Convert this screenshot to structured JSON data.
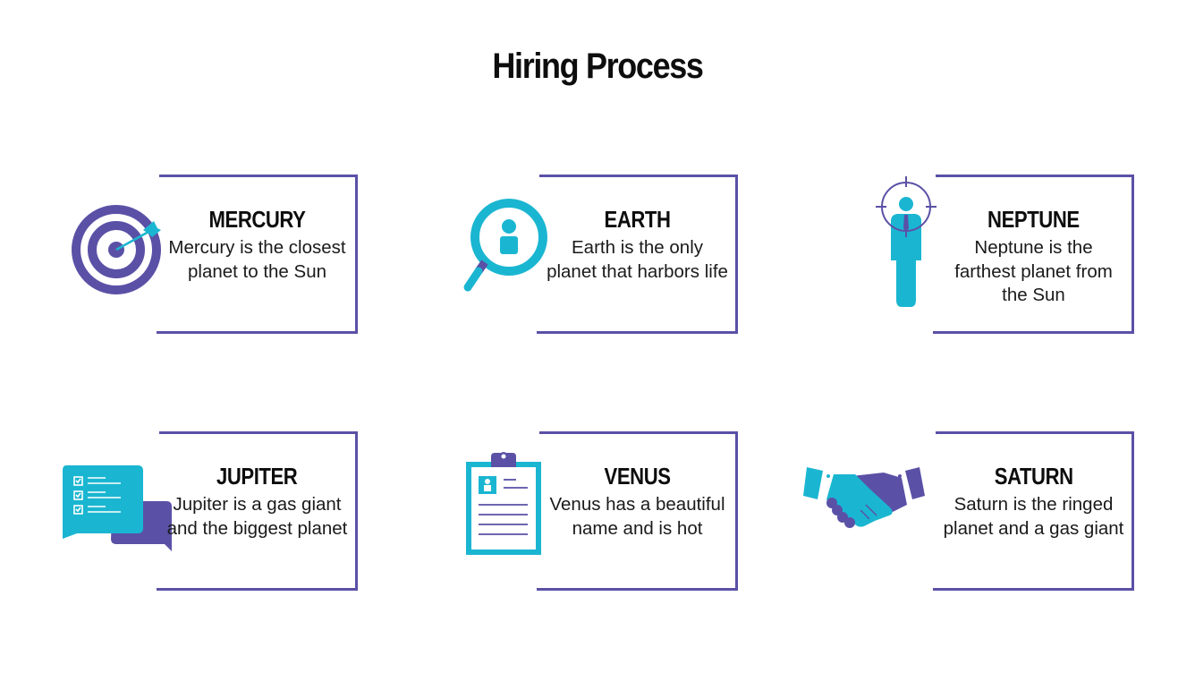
{
  "slide": {
    "title": "Hiring Process"
  },
  "colors": {
    "accent_purple": "#5a51a6",
    "accent_cyan": "#1ab6d1",
    "text": "#111111",
    "background": "#ffffff"
  },
  "cards": [
    {
      "heading": "MERCURY",
      "description": "Mercury is the closest planet to the Sun",
      "icon": "target-icon"
    },
    {
      "heading": "EARTH",
      "description": "Earth is the only planet that harbors life",
      "icon": "magnifier-person-icon"
    },
    {
      "heading": "NEPTUNE",
      "description": "Neptune is the farthest planet from the Sun",
      "icon": "targeted-person-icon"
    },
    {
      "heading": "JUPITER",
      "description": "Jupiter is a gas giant and the biggest planet",
      "icon": "chat-checklist-icon"
    },
    {
      "heading": "VENUS",
      "description": "Venus has a beautiful name and is hot",
      "icon": "clipboard-resume-icon"
    },
    {
      "heading": "SATURN",
      "description": "Saturn is the ringed planet and a gas giant",
      "icon": "handshake-icon"
    }
  ]
}
